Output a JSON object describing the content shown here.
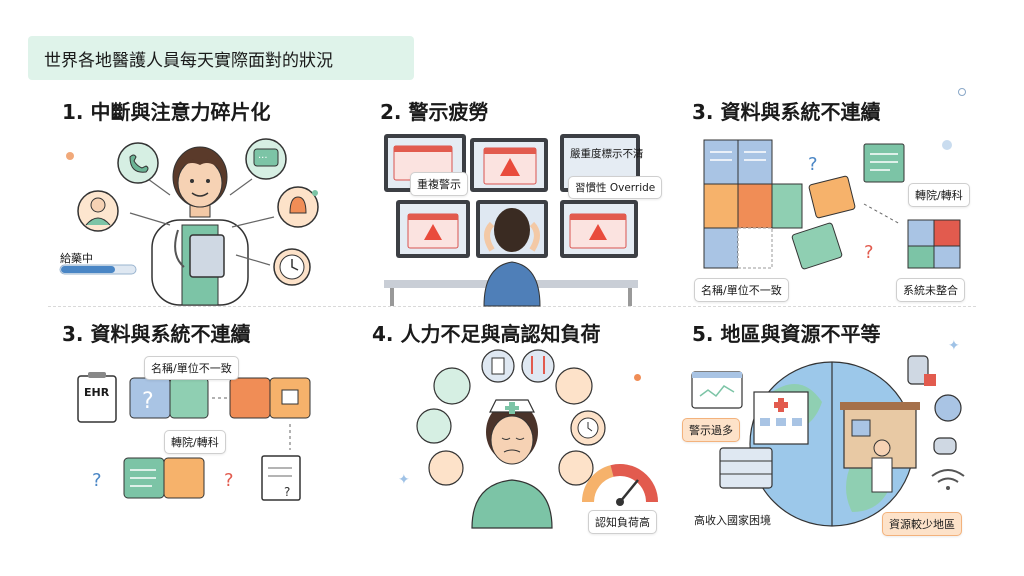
{
  "page_title": "世界各地醫護人員每天實際面對的狀況",
  "panels": [
    {
      "title": "1. 中斷與注意力碎片化",
      "labels": {
        "progress": "給藥中"
      }
    },
    {
      "title": "2. 警示疲勞",
      "labels": {
        "alert_severity": "嚴重度標示不清",
        "alert_duplicate": "重複警示",
        "alert_override": "習慣性 Override"
      }
    },
    {
      "title": "3. 資料與系統不連續",
      "labels": {
        "transfer": "轉院/轉科",
        "name_unit": "名稱/單位不一致",
        "not_integrated": "系統未整合"
      }
    },
    {
      "title": "3. 資料與系統不連續",
      "labels": {
        "name_unit": "名稱/單位不一致",
        "ehr": "EHR",
        "transfer": "轉院/轉科"
      }
    },
    {
      "title": "4. 人力不足與高認知負荷",
      "labels": {
        "cognitive_load": "認知負荷高"
      }
    },
    {
      "title": "5. 地區與資源不平等",
      "labels": {
        "too_many_alerts": "警示過多",
        "high_income": "高收入國家困境",
        "low_resource": "資源較少地區"
      }
    }
  ]
}
